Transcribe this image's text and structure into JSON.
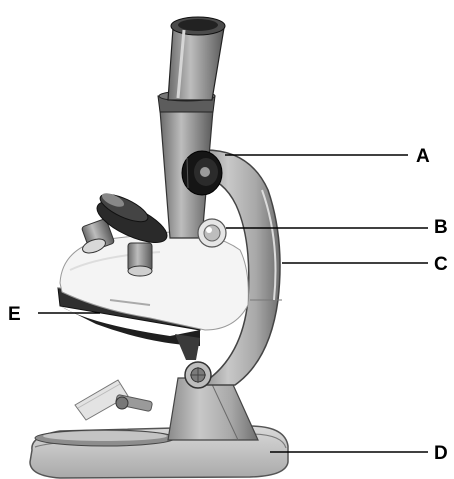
{
  "diagram": {
    "callouts": [
      {
        "id": "A",
        "label": "A"
      },
      {
        "id": "B",
        "label": "B"
      },
      {
        "id": "C",
        "label": "C"
      },
      {
        "id": "D",
        "label": "D"
      },
      {
        "id": "E",
        "label": "E"
      }
    ]
  },
  "colors": {
    "background": "#ffffff",
    "body_metal": "#b3b3b3",
    "dark_metal": "#3a3a3a",
    "base_light": "#cfcfcf",
    "leader_line": "#000000"
  },
  "icons": [
    "microscope-illustration"
  ]
}
